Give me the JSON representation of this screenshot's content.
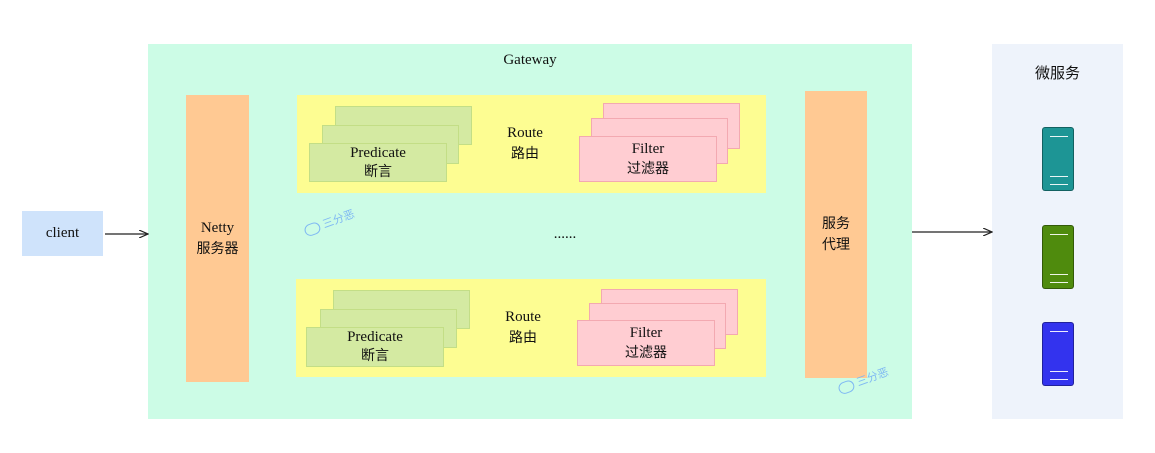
{
  "client": {
    "label": "client"
  },
  "gateway": {
    "title": "Gateway",
    "netty": {
      "line1": "Netty",
      "line2": "服务器"
    },
    "proxy": {
      "line1": "服务",
      "line2": "代理"
    },
    "ellipsis": "......",
    "routes": [
      {
        "route_label": "Route",
        "route_cn": "路由",
        "predicate_label": "Predicate",
        "predicate_cn": "断言",
        "filter_label": "Filter",
        "filter_cn": "过滤器"
      },
      {
        "route_label": "Route",
        "route_cn": "路由",
        "predicate_label": "Predicate",
        "predicate_cn": "断言",
        "filter_label": "Filter",
        "filter_cn": "过滤器"
      }
    ]
  },
  "microservices": {
    "title": "微服务",
    "servers": [
      {
        "icon": "server-icon",
        "color": "#1d9595"
      },
      {
        "icon": "server-icon",
        "color": "#4f8b0d"
      },
      {
        "icon": "server-icon",
        "color": "#3333ee"
      }
    ]
  },
  "watermark": {
    "text": "三分恶"
  }
}
